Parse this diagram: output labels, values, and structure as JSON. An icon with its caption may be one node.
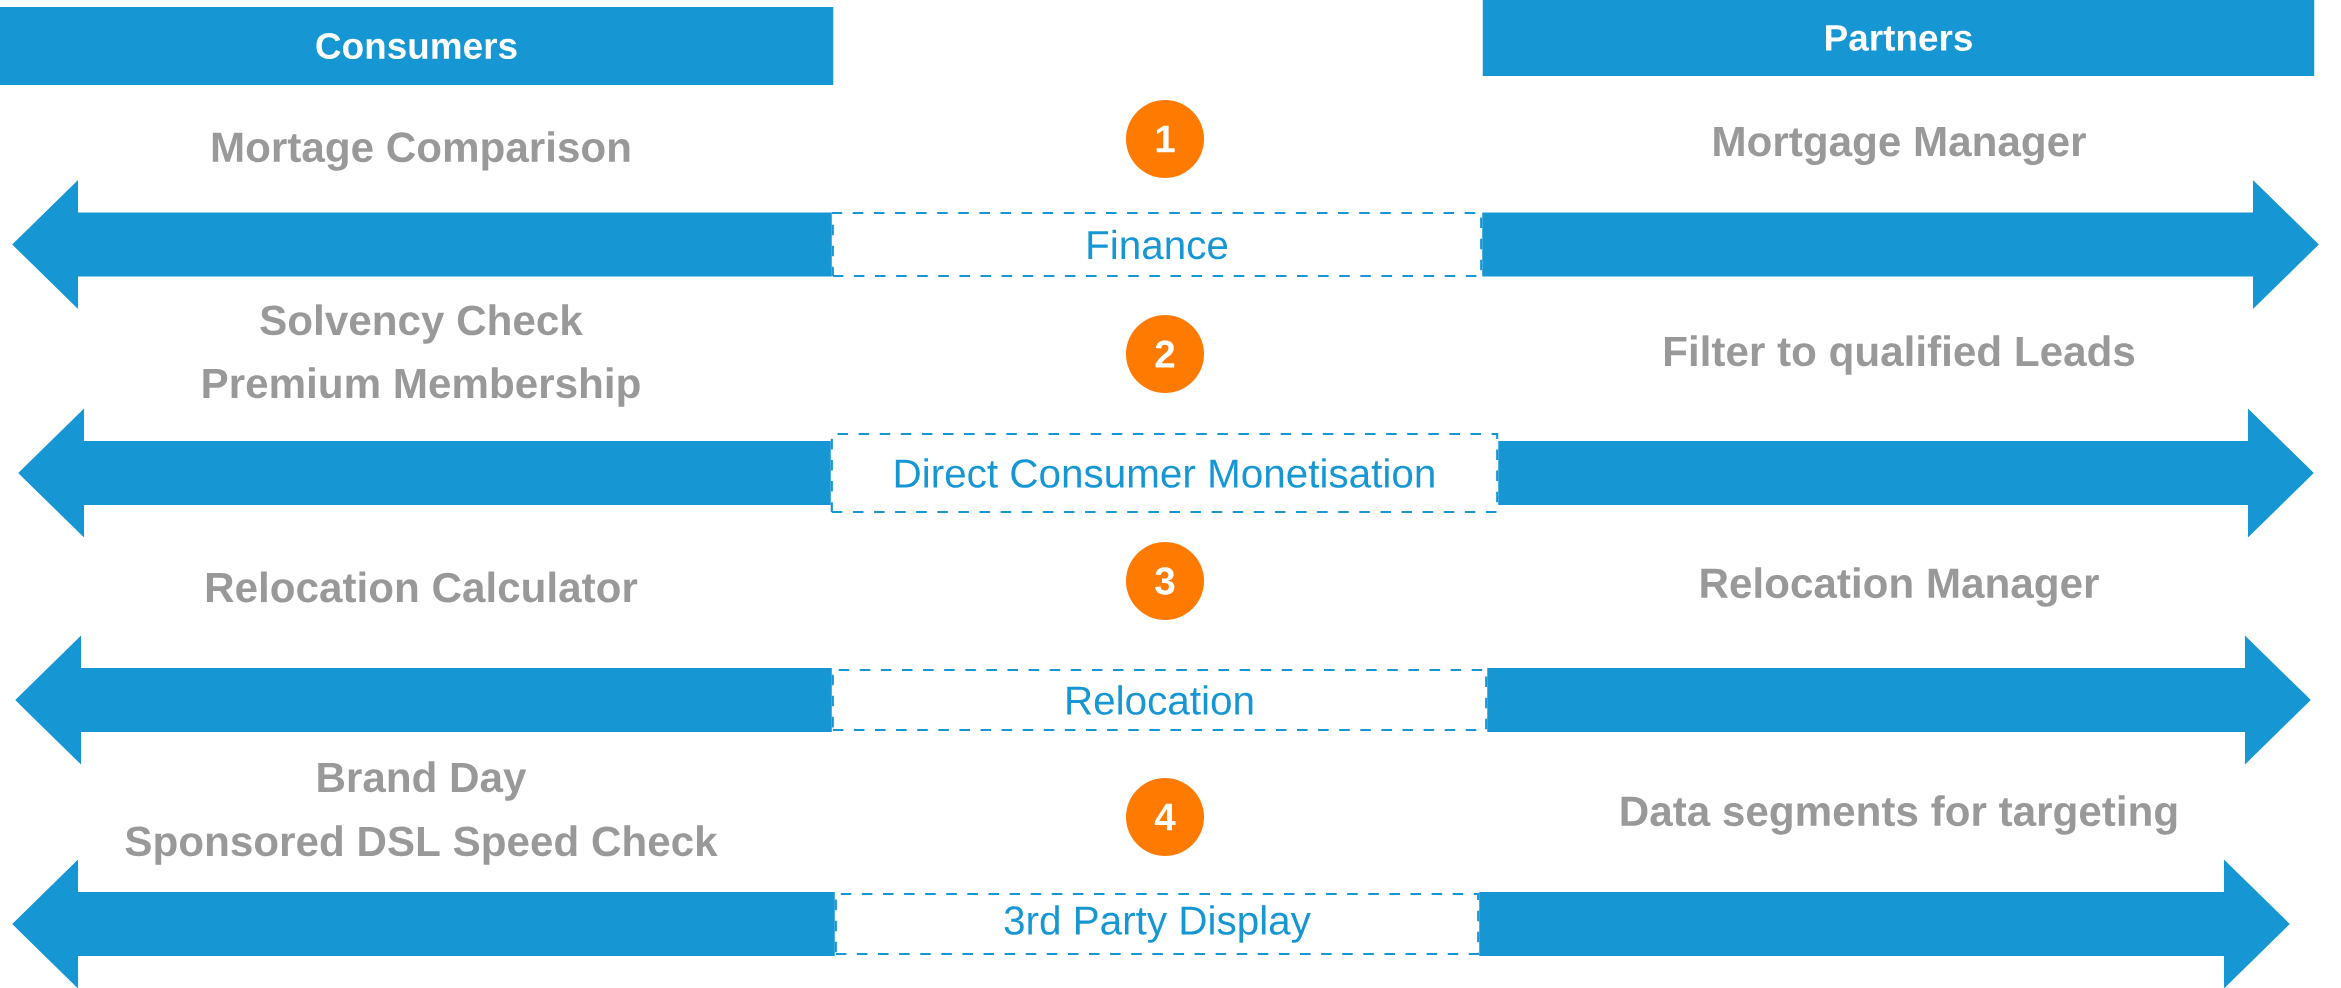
{
  "diagram": {
    "nodes": [
      {
        "text": [
          "Consumers"
        ]
      },
      {
        "text": [
          "Partners"
        ]
      },
      {
        "text": [
          "1"
        ]
      },
      {
        "text": [
          "Finance"
        ]
      },
      {
        "text": [
          "2"
        ]
      },
      {
        "text": [
          "Direct Consumer Monetisation"
        ]
      },
      {
        "text": [
          "3"
        ]
      },
      {
        "text": [
          "Relocation"
        ]
      },
      {
        "text": [
          "4"
        ]
      },
      {
        "text": [
          "3rd Party Display"
        ]
      }
    ],
    "edges": [
      {
        "from": 3,
        "to": null,
        "arrow": "to"
      },
      {
        "from": 3,
        "to": null,
        "arrow": "to"
      },
      {
        "from": 5,
        "to": null,
        "arrow": "to"
      },
      {
        "from": 5,
        "to": null,
        "arrow": "to"
      },
      {
        "from": 7,
        "to": null,
        "arrow": "to"
      },
      {
        "from": 7,
        "to": null,
        "arrow": "to"
      },
      {
        "from": 9,
        "to": null,
        "arrow": "to"
      },
      {
        "from": 9,
        "to": null,
        "arrow": "to"
      }
    ],
    "labels": [
      "Mortage Comparison",
      "Mortgage Manager",
      "Solvency Check",
      "Premium Membership",
      "Filter to qualified Leads",
      "Relocation Calculator",
      "Relocation Manager",
      "Brand Day",
      "Sponsored DSL Speed Check",
      "Data segments for targeting"
    ]
  }
}
